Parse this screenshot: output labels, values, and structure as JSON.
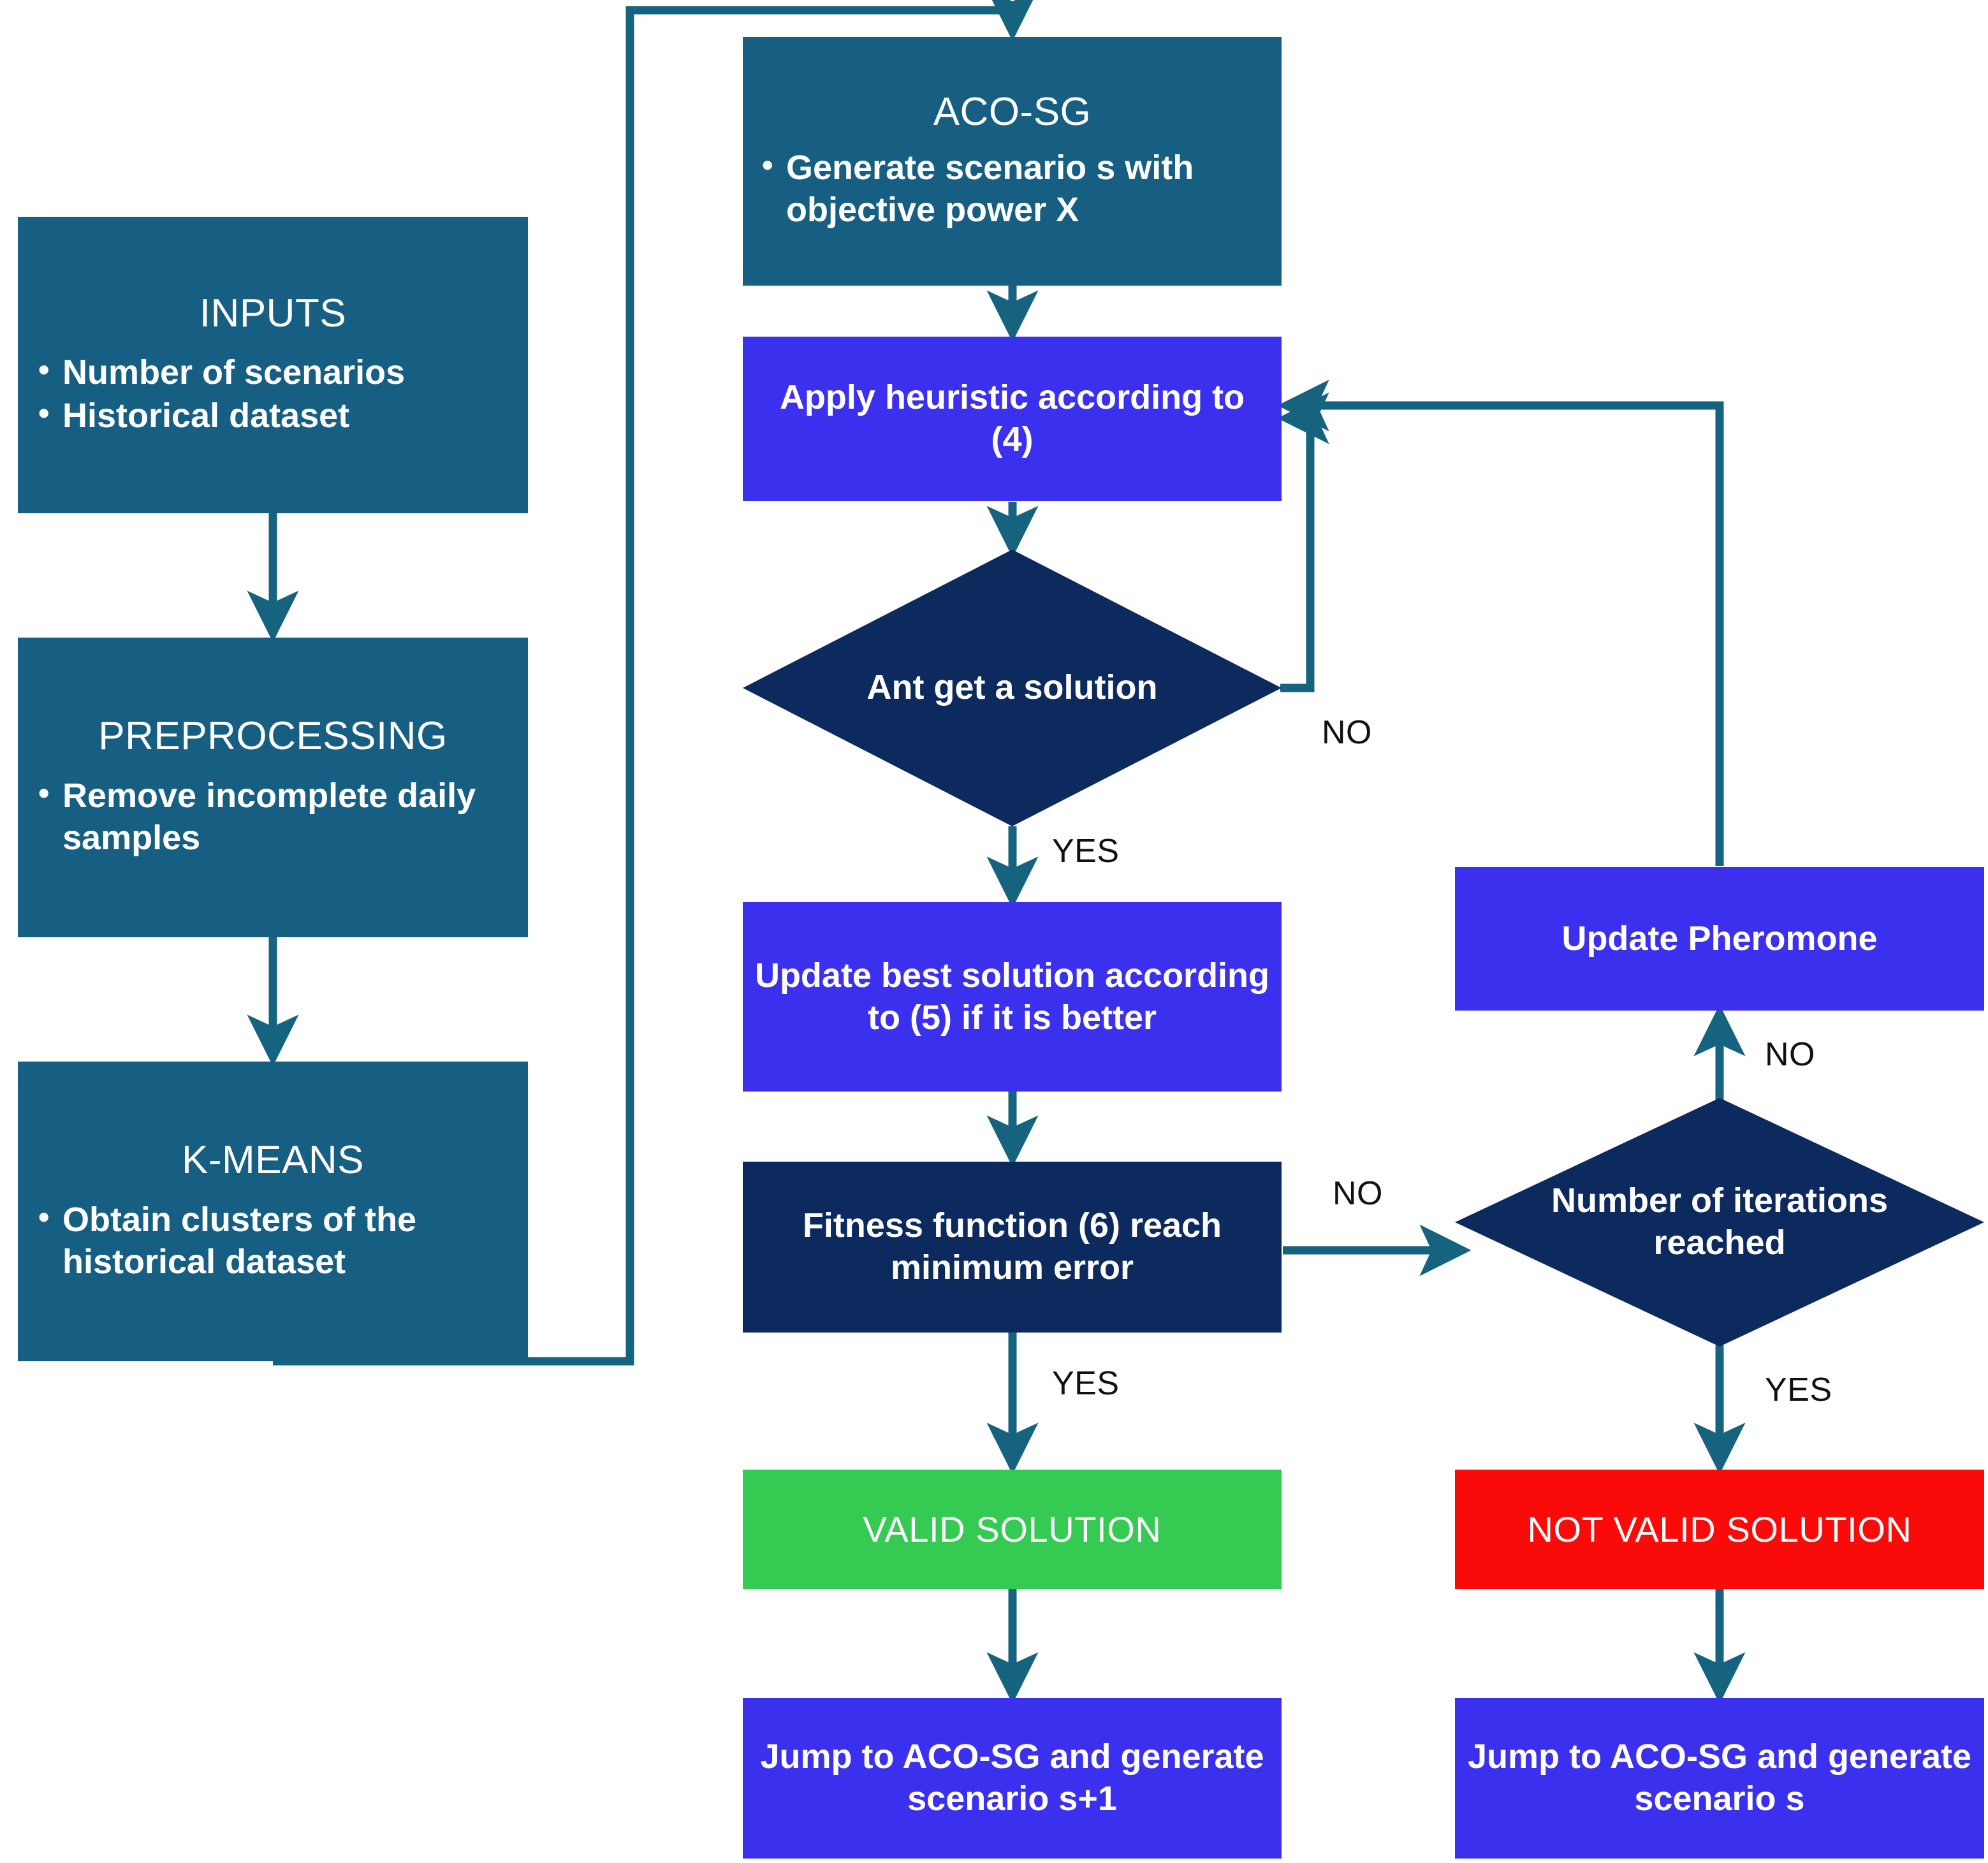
{
  "diagram": {
    "type": "flowchart",
    "title_visible": false,
    "colors": {
      "teal": "#165f83",
      "blue": "#3b30ee",
      "navy": "#0c2a5e",
      "green": "#35cb52",
      "red": "#fb0a0a",
      "connector": "#15637f",
      "text_on_fill": "#ffffff",
      "edge_label_text": "#111111",
      "background": "#ffffff"
    },
    "nodes": [
      {
        "id": "inputs",
        "shape": "rectangle",
        "fill": "teal",
        "title": "INPUTS",
        "bullets": [
          "Number of scenarios",
          "Historical dataset"
        ]
      },
      {
        "id": "preprocessing",
        "shape": "rectangle",
        "fill": "teal",
        "title": "PREPROCESSING",
        "bullets": [
          "Remove incomplete daily samples"
        ]
      },
      {
        "id": "kmeans",
        "shape": "rectangle",
        "fill": "teal",
        "title": "K-MEANS",
        "bullets": [
          "Obtain clusters of the historical dataset"
        ]
      },
      {
        "id": "acosg",
        "shape": "rectangle",
        "fill": "teal",
        "title": "ACO-SG",
        "bullets": [
          "Generate scenario s with objective power X"
        ]
      },
      {
        "id": "apply-heuristic",
        "shape": "rectangle",
        "fill": "blue",
        "body": "Apply heuristic according to (4)"
      },
      {
        "id": "ant-get-solution",
        "shape": "diamond",
        "fill": "navy",
        "body": "Ant get a solution"
      },
      {
        "id": "update-best-solution",
        "shape": "rectangle",
        "fill": "blue",
        "body": "Update best solution according to (5) if it is better"
      },
      {
        "id": "fitness-function",
        "shape": "rectangle",
        "fill": "navy",
        "body": "Fitness function (6) reach minimum error"
      },
      {
        "id": "update-pheromone",
        "shape": "rectangle",
        "fill": "blue",
        "body": "Update Pheromone"
      },
      {
        "id": "iterations-reached",
        "shape": "diamond",
        "fill": "navy",
        "body": "Number of iterations reached"
      },
      {
        "id": "valid-solution",
        "shape": "rectangle",
        "fill": "green",
        "caption": "VALID SOLUTION"
      },
      {
        "id": "not-valid-solution",
        "shape": "rectangle",
        "fill": "red",
        "caption": "NOT VALID SOLUTION"
      },
      {
        "id": "jump-scenario-s-plus-1",
        "shape": "rectangle",
        "fill": "blue",
        "body": "Jump to ACO-SG and generate scenario s+1"
      },
      {
        "id": "jump-scenario-s",
        "shape": "rectangle",
        "fill": "blue",
        "body": "Jump to ACO-SG and generate scenario s"
      }
    ],
    "edge_labels": [
      {
        "id": "ant-no",
        "text": "NO"
      },
      {
        "id": "ant-yes",
        "text": "YES"
      },
      {
        "id": "fitness-no",
        "text": "NO"
      },
      {
        "id": "fitness-yes",
        "text": "YES"
      },
      {
        "id": "iterations-no",
        "text": "NO"
      },
      {
        "id": "iterations-yes",
        "text": "YES"
      }
    ],
    "edges": [
      {
        "from": "inputs",
        "to": "preprocessing",
        "label": ""
      },
      {
        "from": "preprocessing",
        "to": "kmeans",
        "label": ""
      },
      {
        "from": "kmeans",
        "to": "acosg",
        "label": ""
      },
      {
        "from": "acosg",
        "to": "apply-heuristic",
        "label": ""
      },
      {
        "from": "apply-heuristic",
        "to": "ant-get-solution",
        "label": ""
      },
      {
        "from": "ant-get-solution",
        "to": "apply-heuristic",
        "label": "NO"
      },
      {
        "from": "ant-get-solution",
        "to": "update-best-solution",
        "label": "YES"
      },
      {
        "from": "update-best-solution",
        "to": "fitness-function",
        "label": ""
      },
      {
        "from": "fitness-function",
        "to": "iterations-reached",
        "label": "NO"
      },
      {
        "from": "fitness-function",
        "to": "valid-solution",
        "label": "YES"
      },
      {
        "from": "iterations-reached",
        "to": "update-pheromone",
        "label": "NO"
      },
      {
        "from": "update-pheromone",
        "to": "apply-heuristic",
        "label": ""
      },
      {
        "from": "iterations-reached",
        "to": "not-valid-solution",
        "label": "YES"
      },
      {
        "from": "valid-solution",
        "to": "jump-scenario-s-plus-1",
        "label": ""
      },
      {
        "from": "not-valid-solution",
        "to": "jump-scenario-s",
        "label": ""
      }
    ]
  }
}
